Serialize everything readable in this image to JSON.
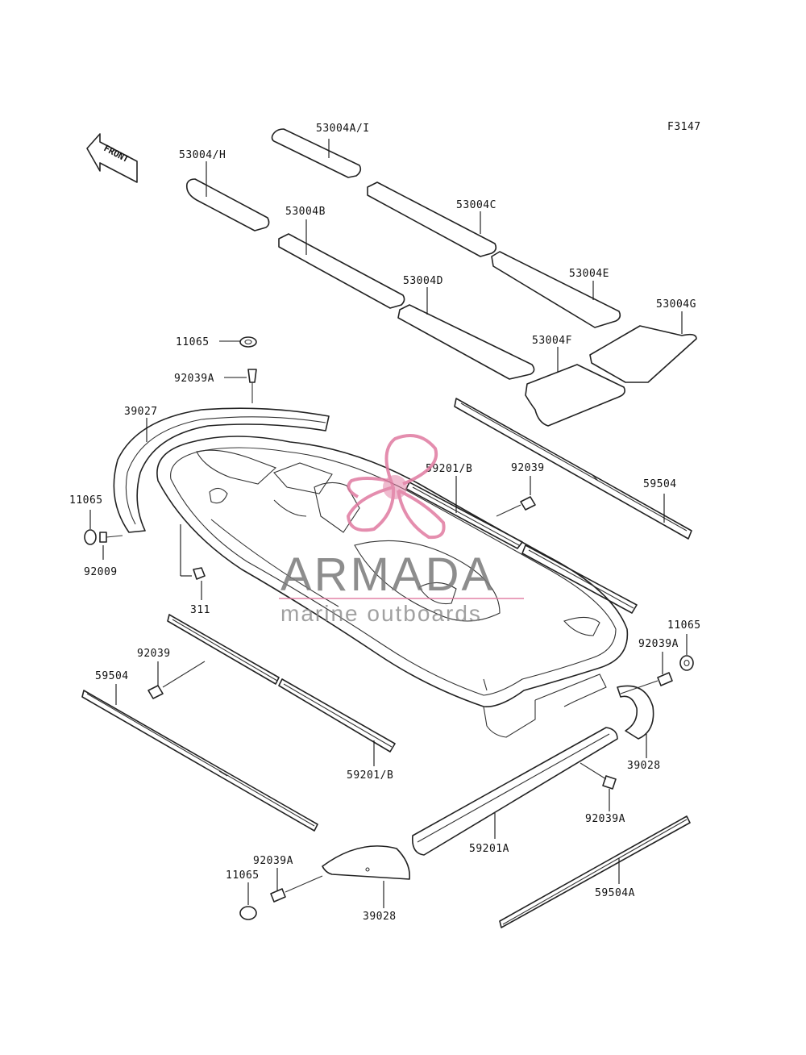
{
  "figure_code": "F3147",
  "front_arrow_label": "FRONT",
  "watermark": {
    "brand": "ARMADA",
    "tagline": "marine outboards",
    "logo_color": "#e07aa0"
  },
  "part_labels": {
    "p53004AI": "53004A/I",
    "p53004H": "53004/H",
    "p53004B": "53004B",
    "p53004C": "53004C",
    "p53004D": "53004D",
    "p53004E": "53004E",
    "p53004F": "53004F",
    "p53004G": "53004G",
    "p11065_top": "11065",
    "p92039A_top": "92039A",
    "p39027": "39027",
    "p11065_left": "11065",
    "p92009": "92009",
    "p311": "311",
    "p59201B_right": "59201/B",
    "p92039_right": "92039",
    "p59504_right": "59504",
    "p92039_left": "92039",
    "p59504_left": "59504",
    "p59201B_left": "59201/B",
    "p11065_right": "11065",
    "p92039A_right": "92039A",
    "p39028_right": "39028",
    "p92039A_mid": "92039A",
    "p59201A": "59201A",
    "p92039A_bottom": "92039A",
    "p11065_bottom": "11065",
    "p39028_bottom": "39028",
    "p59504A": "59504A"
  }
}
